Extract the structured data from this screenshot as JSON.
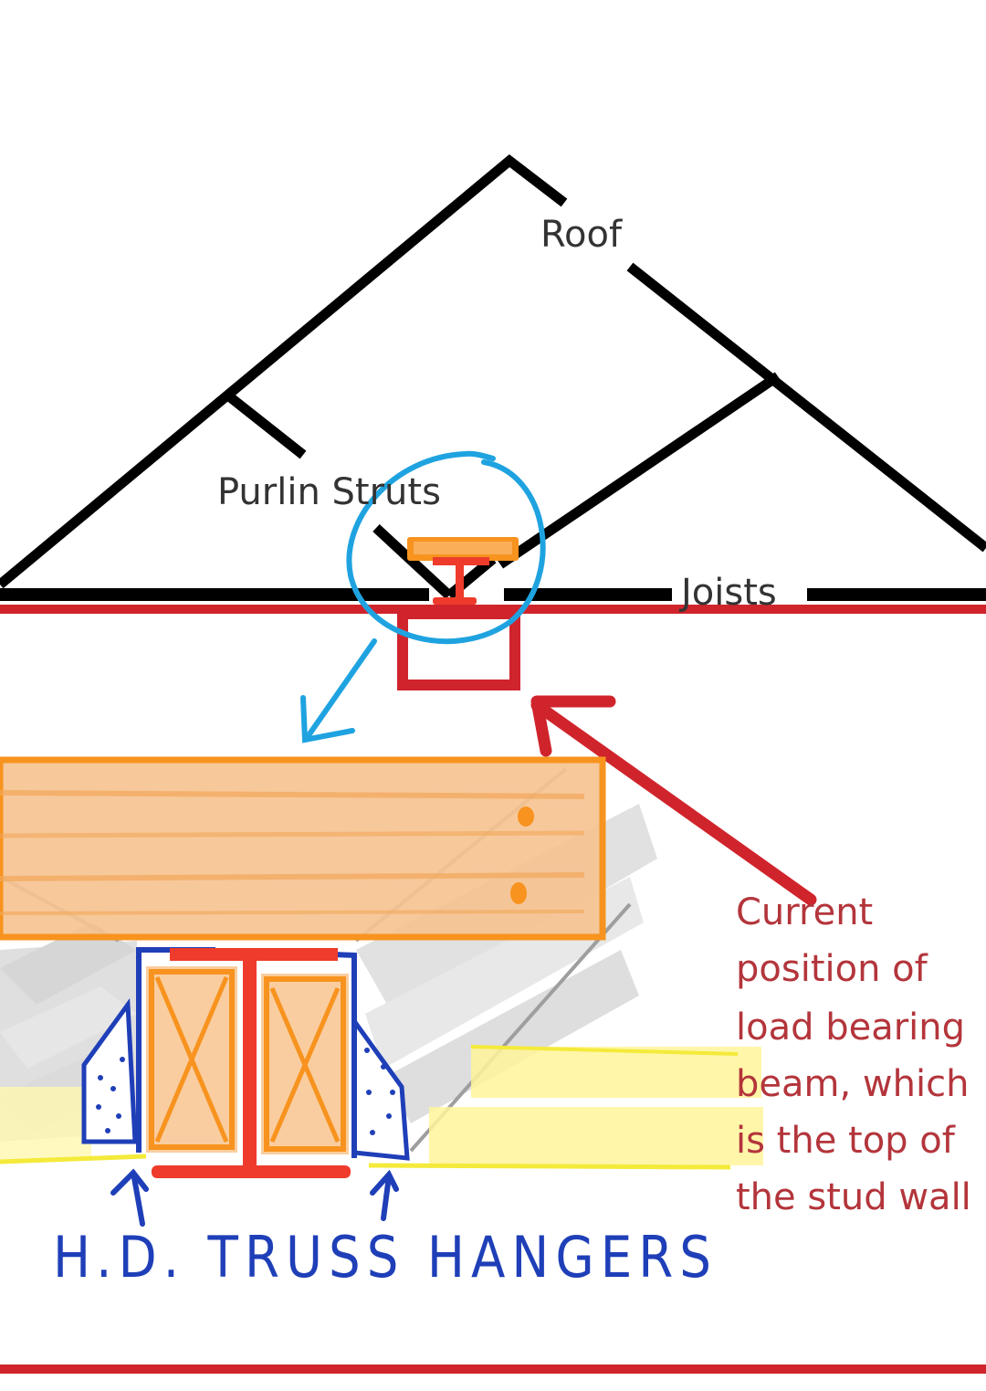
{
  "labels": {
    "roof": "Roof",
    "purlin_struts": "Purlin Struts",
    "joists": "Joists",
    "note_lines": [
      "Current",
      "position of",
      "load bearing",
      "beam, which",
      "is the top of",
      "the stud wall"
    ],
    "hangers": "H.D. TRUSS HANGERS"
  },
  "colors": {
    "structure": "#000000",
    "wall": "#d0242c",
    "note_text": "#b3353b",
    "callout": "#1fa3e0",
    "beam": "#f7931e",
    "beam_fill": "#f6c28f",
    "steel": "#ee3b2b",
    "hanger_ink": "#1f3fb8",
    "highlight": "#fff59a",
    "grey_timber": "#d7d7d7"
  }
}
